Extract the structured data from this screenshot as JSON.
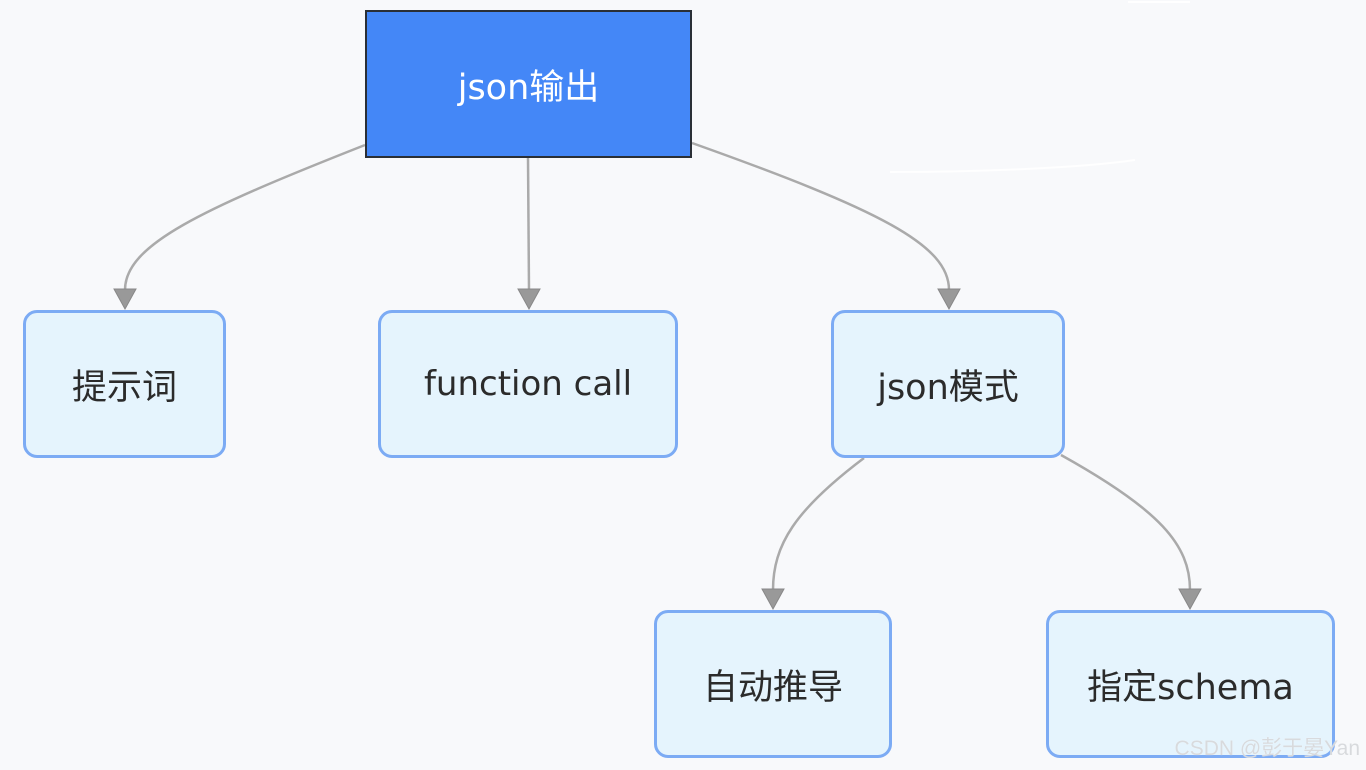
{
  "diagram": {
    "nodes": {
      "root": "json输出",
      "prompt": "提示词",
      "function_call": "function call",
      "json_mode": "json模式",
      "auto_infer": "自动推导",
      "specified_schema": "指定schema"
    },
    "edges": [
      {
        "from": "root",
        "to": "prompt"
      },
      {
        "from": "root",
        "to": "function_call"
      },
      {
        "from": "root",
        "to": "json_mode"
      },
      {
        "from": "json_mode",
        "to": "auto_infer"
      },
      {
        "from": "json_mode",
        "to": "specified_schema"
      }
    ]
  },
  "watermark": "CSDN @彭于晏Yan",
  "colors": {
    "root_fill": "#4487f7",
    "root_border": "#2a2f36",
    "node_fill": "#e5f4fd",
    "node_border": "#7cabf4",
    "edge": "#aaaaaa",
    "arrowhead_fill": "#999999",
    "background": "#f8f9fb"
  }
}
